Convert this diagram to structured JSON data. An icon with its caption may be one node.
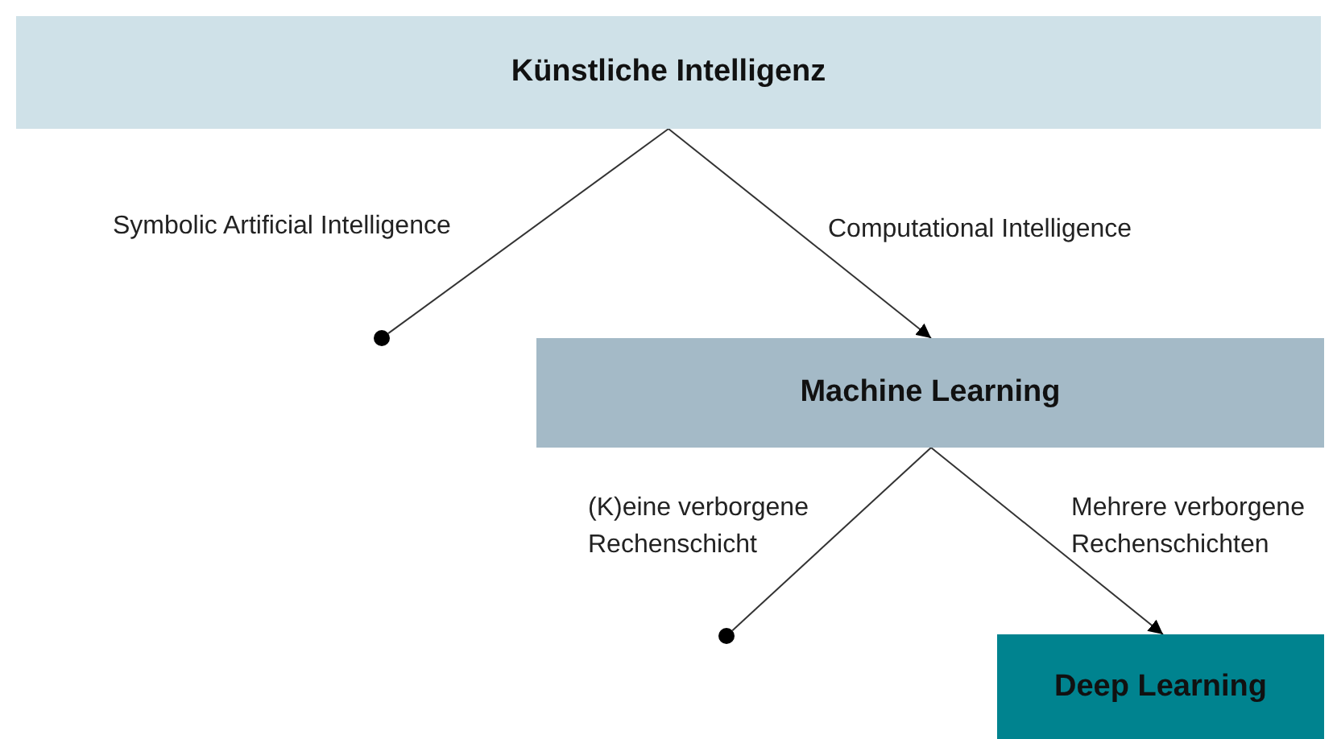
{
  "diagram": {
    "nodes": [
      {
        "text": [
          "Künstliche Intelligenz"
        ]
      },
      {
        "text": [],
        "shape": "circle"
      },
      {
        "text": [
          "Machine Learning"
        ]
      },
      {
        "text": [],
        "shape": "circle"
      },
      {
        "text": [
          "Deep Learning"
        ]
      }
    ],
    "edges": [
      {
        "from": 0,
        "to": 1,
        "arrow": "none",
        "label": "Symbolic Artificial Intelligence"
      },
      {
        "from": 0,
        "to": 2,
        "arrow": "to",
        "label": "Computational Intelligence"
      },
      {
        "from": 2,
        "to": 3,
        "arrow": "none",
        "label": "(K)eine verborgene Rechenschicht"
      },
      {
        "from": 2,
        "to": 4,
        "arrow": "to",
        "label": "Mehrere verborgene Rechenschichten"
      }
    ]
  }
}
